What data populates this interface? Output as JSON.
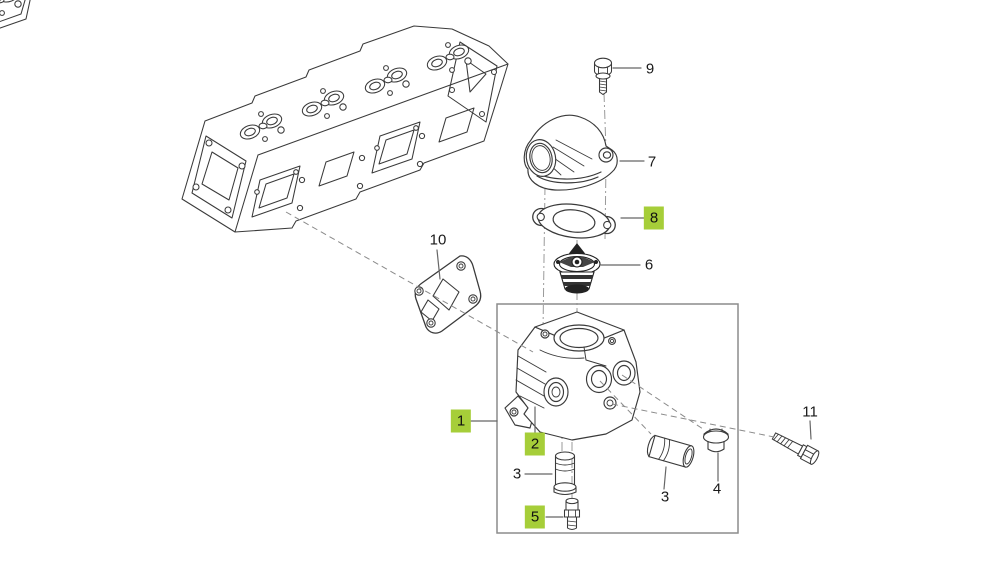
{
  "diagram": {
    "type": "exploded-parts-diagram",
    "highlight_color": "#a6ce39",
    "line_color": "#3a3a3a",
    "leader_color": "#8a8a8a",
    "background_color": "#ffffff",
    "callouts": [
      {
        "label": "9",
        "highlighted": false
      },
      {
        "label": "7",
        "highlighted": false
      },
      {
        "label": "8",
        "highlighted": true
      },
      {
        "label": "6",
        "highlighted": false
      },
      {
        "label": "10",
        "highlighted": false
      },
      {
        "label": "1",
        "highlighted": true
      },
      {
        "label": "2",
        "highlighted": true
      },
      {
        "label": "3",
        "highlighted": false
      },
      {
        "label": "5",
        "highlighted": true
      },
      {
        "label": "3",
        "highlighted": false
      },
      {
        "label": "4",
        "highlighted": false
      },
      {
        "label": "11",
        "highlighted": false
      }
    ]
  }
}
